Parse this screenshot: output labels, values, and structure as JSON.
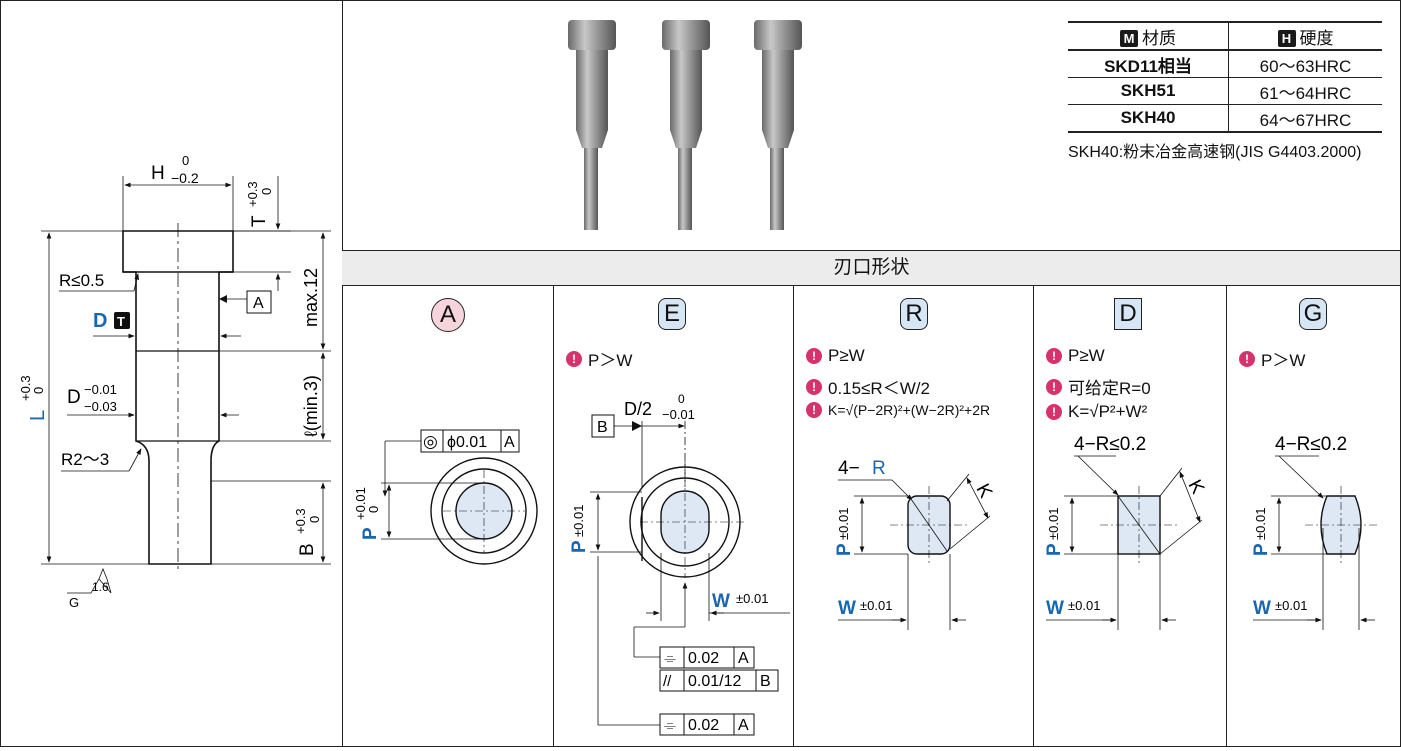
{
  "part_drawing": {
    "dim_H": "H",
    "dim_H_upper": "0",
    "dim_H_lower": "−0.2",
    "dim_T": "T",
    "dim_T_upper": "+0.3",
    "dim_T_lower": "0",
    "dim_R05": "R≤0.5",
    "datum_A": "A",
    "dim_D": "D",
    "dim_D_tag": "T",
    "dim_max12": "max.12",
    "dim_lmin": "ℓ(min.3)",
    "dim_L": "L",
    "dim_L_upper": "+0.3",
    "dim_L_lower": "0",
    "dim_D2": "D",
    "dim_D2_upper": "−0.01",
    "dim_D2_lower": "−0.03",
    "dim_R23": "R2〜3",
    "dim_B": "B",
    "dim_B_upper": "+0.3",
    "dim_B_lower": "0",
    "rough_G": "G",
    "rough_val": "1.6"
  },
  "material_table": {
    "header_material_key": "M",
    "header_material": "材质",
    "header_hardness_key": "H",
    "header_hardness": "硬度",
    "rows": [
      {
        "material": "SKD11相当",
        "hardness": "60〜63HRC"
      },
      {
        "material": "SKH51",
        "hardness": "61〜64HRC"
      },
      {
        "material": "SKH40",
        "hardness": "64〜67HRC"
      }
    ],
    "note": "SKH40:粉末冶金高速钢(JIS G4403.2000)"
  },
  "section_title": "刃口形状",
  "shapes": {
    "A": {
      "label": "A",
      "tol_symbol": "◎",
      "tol_value": "ϕ0.01",
      "tol_datum": "A",
      "dim_P": "P",
      "dim_P_upper": "+0.01",
      "dim_P_lower": "0"
    },
    "E": {
      "label": "E",
      "condition": "P＞W",
      "datum_B": "B",
      "dim_D2": "D/2",
      "dim_D2_upper": "0",
      "dim_D2_lower": "−0.01",
      "dim_P": "P",
      "dim_P_tol": "±0.01",
      "dim_W": "W",
      "dim_W_tol": "±0.01",
      "tol1_symbol": "⌯",
      "tol1_value": "0.02",
      "tol1_datum": "A",
      "tol2_symbol": "//",
      "tol2_value": "0.01/12",
      "tol2_datum": "B",
      "tol3_symbol": "⌯",
      "tol3_value": "0.02",
      "tol3_datum": "A"
    },
    "R": {
      "label": "R",
      "conditions": [
        "P≥W",
        "0.15≤R＜W/2",
        "K=√(P−2R)²+(W−2R)²+2R"
      ],
      "dim_4": "4−",
      "dim_R": "R",
      "dim_K": "K",
      "dim_P": "P",
      "dim_P_tol": "±0.01",
      "dim_W": "W",
      "dim_W_tol": "±0.01"
    },
    "D": {
      "label": "D",
      "conditions": [
        "P≥W",
        "可给定R=0",
        "K=√P²+W²"
      ],
      "dim_R": "4−R≤0.2",
      "dim_K": "K",
      "dim_P": "P",
      "dim_P_tol": "±0.01",
      "dim_W": "W",
      "dim_W_tol": "±0.01"
    },
    "G": {
      "label": "G",
      "condition": "P＞W",
      "dim_R": "4−R≤0.2",
      "dim_P": "P",
      "dim_P_tol": "±0.01",
      "dim_W": "W",
      "dim_W_tol": "±0.01"
    }
  },
  "colors": {
    "blue": "#1a66b0",
    "shape_fill": "#dde8f4",
    "badge_pink": "#f6d4dc",
    "badge_blue": "#d6e6f4",
    "bulb": "#d6336c"
  }
}
